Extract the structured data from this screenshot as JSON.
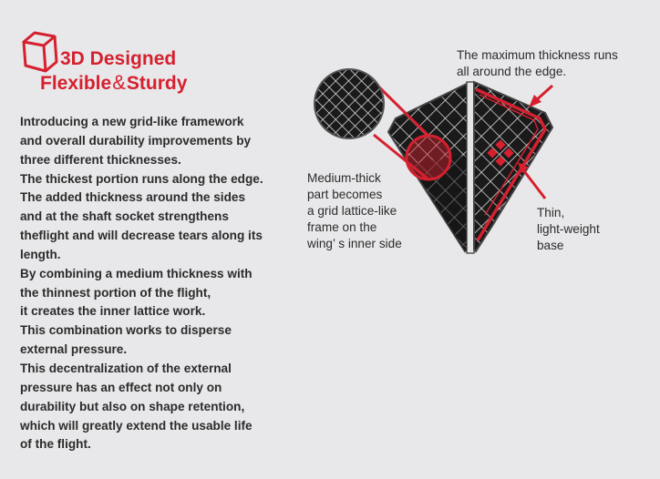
{
  "header": {
    "title_line1": "3D Designed",
    "title_line2_a": "Flexible",
    "title_line2_amp": "&",
    "title_line2_b": "Sturdy",
    "icon": "3d-box-outline-icon",
    "accent_color": "#d6202f"
  },
  "description": {
    "lines": [
      "Introducing a new grid-like framework",
      "and overall durability improvements by",
      "three different thicknesses.",
      "The thickest portion runs along the edge.",
      "The added thickness around the sides",
      "and at the shaft socket strengthens",
      "theflight and will decrease tears along its",
      "length.",
      "By combining a medium thickness with",
      "the thinnest portion of the flight,",
      "it creates the inner lattice work.",
      "This combination works to disperse",
      "external pressure.",
      "This decentralization of the external",
      "pressure has an effect not only on",
      "durability but also on shape retention,",
      "which will greatly extend the usable life",
      "of the flight."
    ]
  },
  "diagram": {
    "callout_max": [
      "The maximum thickness runs",
      "all around the edge."
    ],
    "callout_medium": [
      "Medium-thick",
      "part becomes",
      "a grid lattice-like",
      "frame on the",
      "wing’ s inner side"
    ],
    "callout_thin": [
      "Thin,",
      "light-weight",
      "base"
    ],
    "flight_color": "#1a1a1a",
    "highlight_color": "#d6202f"
  }
}
